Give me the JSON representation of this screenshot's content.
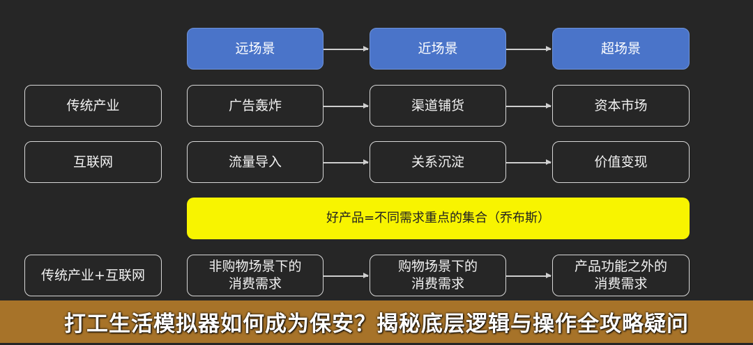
{
  "header_row": [
    "远场景",
    "近场景",
    "超场景"
  ],
  "rows": [
    {
      "label": "传统产业",
      "items": [
        "广告轰炸",
        "渠道铺货",
        "资本市场"
      ]
    },
    {
      "label": "互联网",
      "items": [
        "流量导入",
        "关系沉淀",
        "价值变现"
      ]
    }
  ],
  "highlight": "好产品=不同需求重点的集合（乔布斯）",
  "bottom_row": {
    "label": "传统产业+互联网",
    "items": [
      "非购物场景下的\n消费需求",
      "购物场景下的\n消费需求",
      "产品功能之外的\n消费需求"
    ]
  },
  "banner_title": "打工生活模拟器如何成为保安？揭秘底层逻辑与操作全攻略疑问",
  "colors": {
    "background": "#262626",
    "header_blue": "#4a74c9",
    "highlight_yellow": "#f8f400",
    "banner": "#b27a2a"
  }
}
